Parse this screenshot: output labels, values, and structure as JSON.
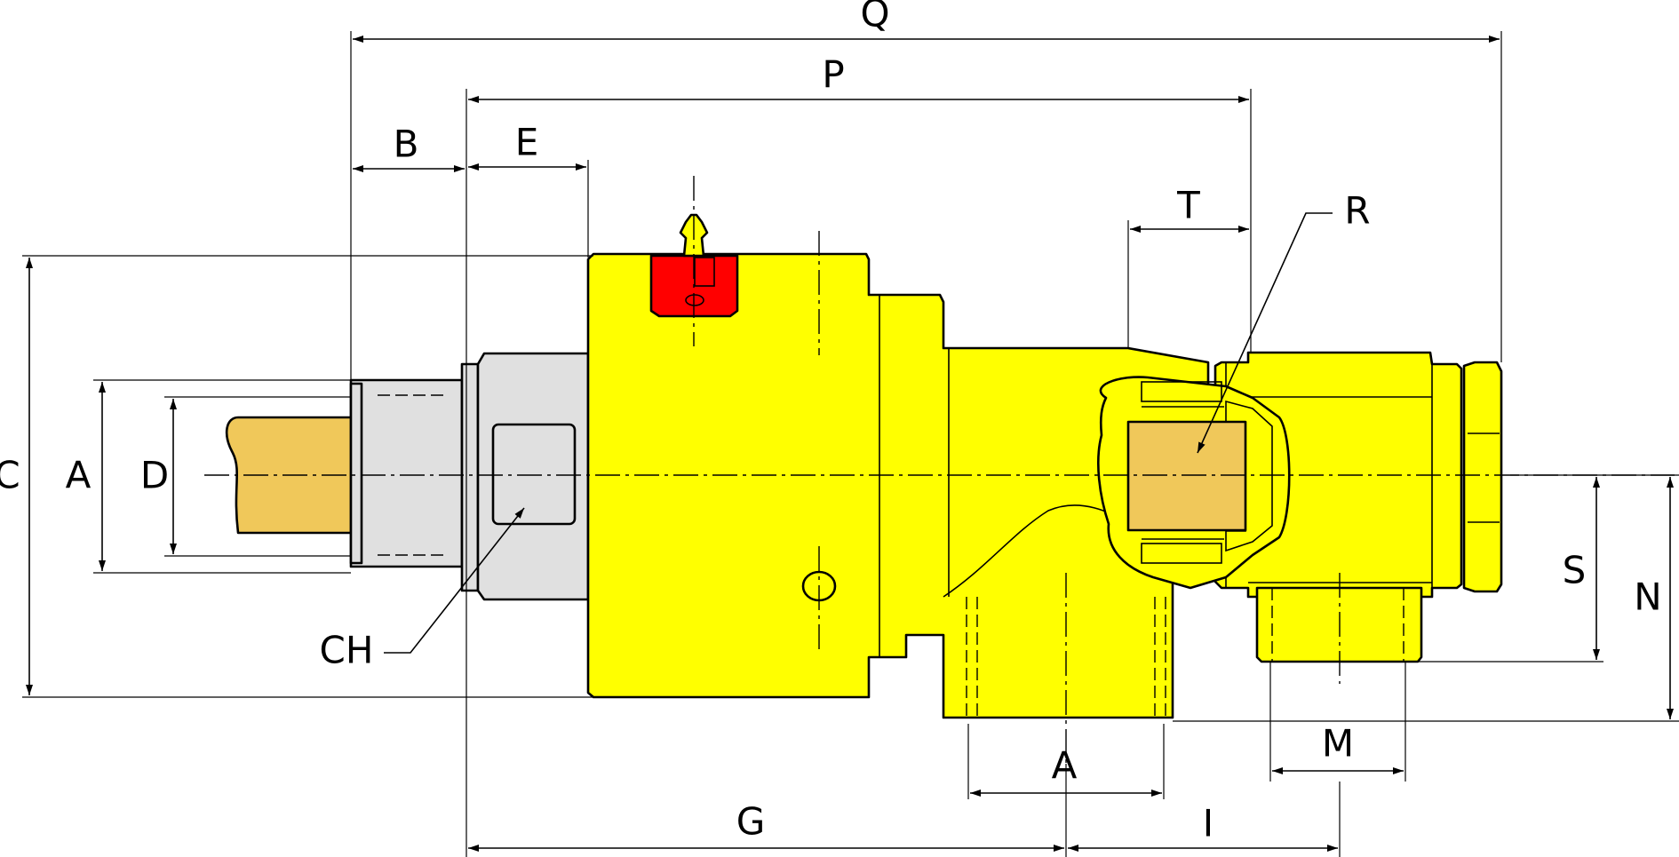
{
  "colors": {
    "body": "#ffff00",
    "nut": "#e0e0e0",
    "shaft": "#f0c85a",
    "clip": "#ff0000",
    "line": "#000000"
  },
  "labels": {
    "Q": "Q",
    "P": "P",
    "B": "B",
    "E": "E",
    "T": "T",
    "R": "R",
    "C": "C",
    "A_left": "A",
    "D": "D",
    "CH": "CH",
    "S": "S",
    "N": "N",
    "A_bottom": "A",
    "M": "M",
    "G": "G",
    "I": "I"
  }
}
